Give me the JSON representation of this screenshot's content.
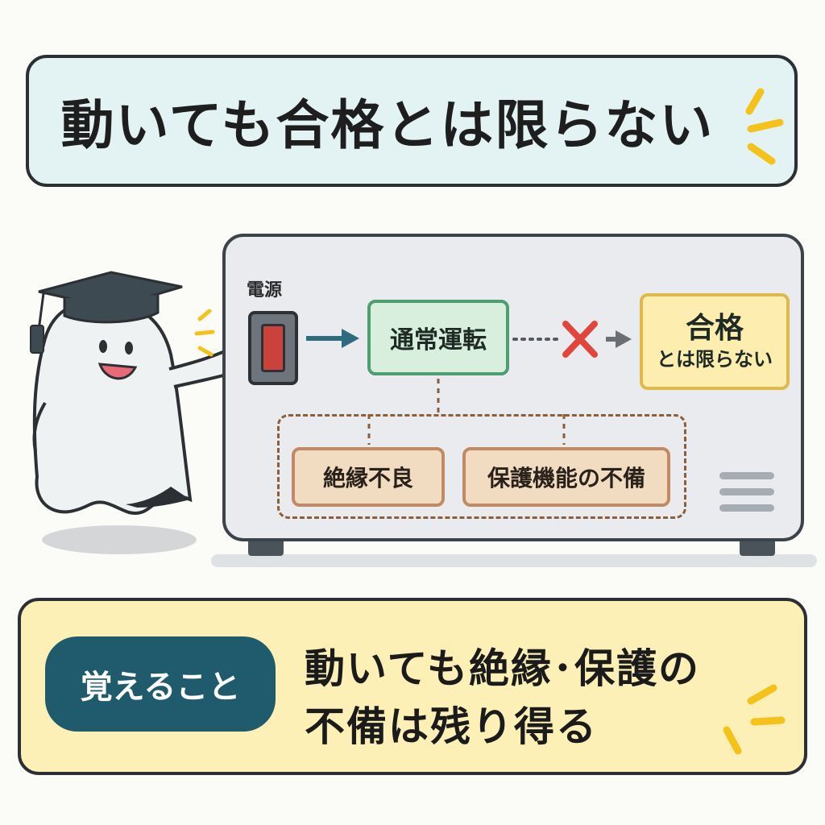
{
  "title": {
    "text": "動いても合格とは限らない"
  },
  "diagram": {
    "power_label": "電源",
    "normal_operation": "通常運転",
    "pass": {
      "main": "合格",
      "sub": "とは限らない"
    },
    "defects": [
      "絶縁不良",
      "保護機能の不備"
    ]
  },
  "memo": {
    "badge": "覚えること",
    "line1": "動いても絶縁･保護の",
    "line2": "不備は残り得る"
  },
  "colors": {
    "title_bg": "#e3f3f3",
    "run_green": "#4f9d73",
    "pass_yellow": "#e0b94a",
    "defect_brown": "#c28a63",
    "badge_teal": "#1f5a6d",
    "cross_red": "#e0463c",
    "arrow_teal": "#2e6b7f",
    "spark_yellow": "#f5c21b"
  },
  "icons": {
    "character": "ghost-graduate-icon",
    "cross": "cross-mark-icon",
    "arrow": "arrow-right-icon",
    "spark": "spark-icon"
  }
}
